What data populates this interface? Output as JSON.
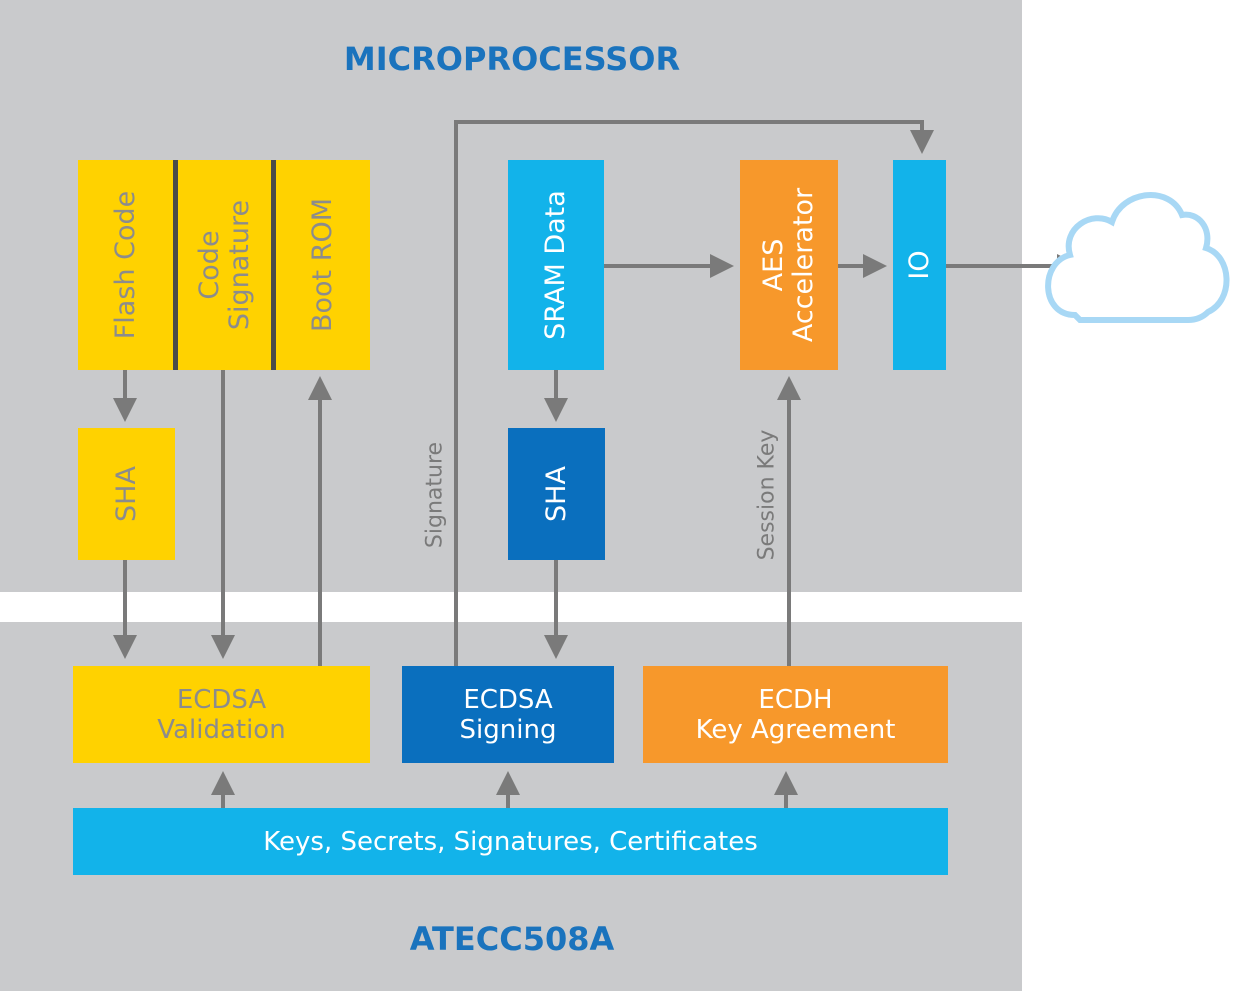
{
  "microprocessor": {
    "title": "MICROPROCESSOR"
  },
  "atecc": {
    "title": "ATECC508A"
  },
  "blocks": {
    "flash_code": "Flash Code",
    "code_signature_line1": "Code",
    "code_signature_line2": "Signature",
    "boot_rom": "Boot ROM",
    "sha_left": "SHA",
    "sram_data": "SRAM Data",
    "sha_right": "SHA",
    "aes_line1": "AES",
    "aes_line2": "Accelerator",
    "io": "IO",
    "ecdsa_validation_line1": "ECDSA",
    "ecdsa_validation_line2": "Validation",
    "ecdsa_signing_line1": "ECDSA",
    "ecdsa_signing_line2": "Signing",
    "ecdh_line1": "ECDH",
    "ecdh_line2": "Key Agreement",
    "keys": "Keys, Secrets, Signatures, Certificates"
  },
  "labels": {
    "signature": "Signature",
    "session_key": "Session Key"
  },
  "colors": {
    "panel": "#c9cacc",
    "yellow": "#ffd200",
    "light_blue": "#12b3ea",
    "dark_blue": "#0a6fbe",
    "orange": "#f7982b",
    "arrow": "#7a7a7a",
    "title": "#1a73bd"
  }
}
